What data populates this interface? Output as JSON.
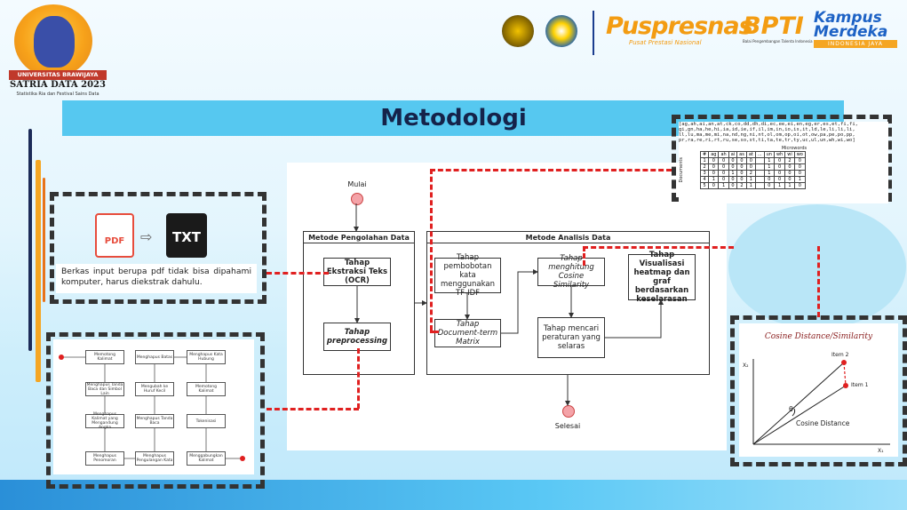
{
  "header": {
    "university_banner": "UNIVERSITAS BRAWIJAYA",
    "event_title": "SATRIA DATA 2023",
    "event_subtitle": "Statistika Ria dan Festival Sains Data",
    "puspresnas": "Puspresnas",
    "puspresnas_sub": "Pusat Prestasi Nasional",
    "bpti": "BPTI",
    "bpti_sub": "Balai Pengembangan Talenta Indonesia",
    "kampus_line1": "Kampus",
    "kampus_line2": "Merdeka",
    "kampus_tag": "INDONESIA JAYA"
  },
  "slide": {
    "title": "Metodologi",
    "conversion": {
      "pdf_label": "PDF",
      "txt_label": "TXT",
      "note": "Berkas input berupa pdf tidak bisa dipahami komputer, harus diekstrak dahulu."
    },
    "flowchart": {
      "start": "Mulai",
      "end": "Selesai",
      "section_left": "Metode Pengolahan Data",
      "section_right": "Metode Analisis Data",
      "step_ocr": "Tahap Ekstraksi Teks (OCR)",
      "step_pre": "Tahap preprocessing",
      "step_tfidf": "Tahap pembobotan kata menggunakan TF-IDF",
      "step_dtm": "Tahap Document-term Matrix",
      "step_cos": "Tahap menghitung Cosine Similarity",
      "step_rule": "Tahap mencari peraturan yang selaras",
      "step_vis": "Tahap Visualisasi heatmap dan graf berdasarkan keselarasan"
    },
    "preprocessing_steps": [
      "Memotong Kalimat",
      "Menghapus Tanda Baca dan Simbol Lain",
      "Menghapus Kalimat yang Mengandung Angka",
      "Menghapus Penomoran",
      "Menghapus Batas",
      "Mengubah ke Huruf Kecil",
      "Menghapus Tanda Baca",
      "Menghapus Pengulangan Kata",
      "Menghapus Kata Hubung",
      "Memotong Kalimat",
      "Tokenisasi",
      "Menggabungkan Kalimat"
    ],
    "matrix": {
      "token_line1": "[ag,ah,ai,an,at,ck,co,dd,dh,di,ec,ee,ei,en,eg,er,es,et,fi,fi,",
      "token_line2": "gi,gn,ha,he,hi,ia,id,ie,if,il,im,in,io,is,it,ld,le,li,li,li,",
      "token_line3": "ll,lu,ma,me,mi,na,nd,ng,ni,nt,ol,om,op,oi,ot,ow,pa,pe,po,pp,",
      "token_line4": "pr,ra,re,ri,rt,ru,se,so,st,ti,ta,te,tr,ty,uc,ul,un,wh,wi,wo]",
      "caption": "Microwords",
      "row_label": "Documents",
      "headers": [
        "#",
        "ag",
        "ah",
        "ai",
        "as",
        "at",
        "...",
        "un",
        "wh",
        "wi",
        "wo"
      ],
      "rows": [
        [
          "1",
          "0",
          "0",
          "0",
          "0",
          "0",
          "",
          "1",
          "0",
          "2",
          "0"
        ],
        [
          "2",
          "0",
          "0",
          "0",
          "0",
          "0",
          "",
          "1",
          "0",
          "0",
          "0"
        ],
        [
          "3",
          "0",
          "0",
          "1",
          "0",
          "2",
          "",
          "1",
          "0",
          "0",
          "0"
        ],
        [
          "4",
          "1",
          "0",
          "0",
          "0",
          "1",
          "",
          "0",
          "0",
          "0",
          "1"
        ],
        [
          "5",
          "0",
          "1",
          "0",
          "2",
          "1",
          "",
          "0",
          "1",
          "1",
          "0"
        ]
      ]
    },
    "cosine": {
      "title": "Cosine Distance/Similarity",
      "item2": "Item 2",
      "item1": "Item 1",
      "theta": "θ",
      "distance": "Cosine Distance",
      "y_label": "X₂",
      "x_label": "X₁"
    }
  },
  "colors": {
    "accent_title_bar": "#56c8f0",
    "red_dash": "#e02020",
    "orange": "#f39c12",
    "navy": "#15234a"
  }
}
